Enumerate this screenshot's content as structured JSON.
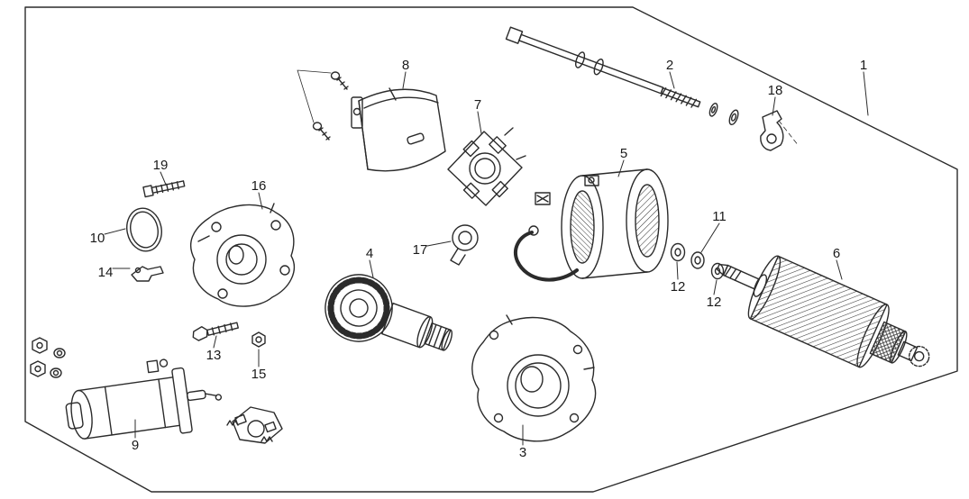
{
  "diagram": {
    "type": "exploded-parts-diagram",
    "subject": "starter-motor-assembly",
    "background_color": "#ffffff",
    "line_color": "#2b2b2b",
    "label_color": "#1a1a1a",
    "callouts": [
      {
        "id": "cover-band",
        "num": "8"
      },
      {
        "id": "through-bolt",
        "num": "2"
      },
      {
        "id": "border",
        "num": "1"
      },
      {
        "id": "mount-bracket",
        "num": "18"
      },
      {
        "id": "brush-holder",
        "num": "7"
      },
      {
        "id": "housing-screw",
        "num": "19"
      },
      {
        "id": "gear-housing",
        "num": "16"
      },
      {
        "id": "field-coil-yoke",
        "num": "5"
      },
      {
        "id": "washer-middle",
        "num": "11"
      },
      {
        "id": "o-ring",
        "num": "10"
      },
      {
        "id": "grommet",
        "num": "17"
      },
      {
        "id": "clutch-pinion",
        "num": "4"
      },
      {
        "id": "armature",
        "num": "6"
      },
      {
        "id": "lead-clip",
        "num": "14"
      },
      {
        "id": "washer-left",
        "num": "12"
      },
      {
        "id": "washer-right",
        "num": "12"
      },
      {
        "id": "housing-bolt",
        "num": "13"
      },
      {
        "id": "pinion-nut",
        "num": "15"
      },
      {
        "id": "solenoid",
        "num": "9"
      },
      {
        "id": "end-cover",
        "num": "3"
      }
    ]
  }
}
